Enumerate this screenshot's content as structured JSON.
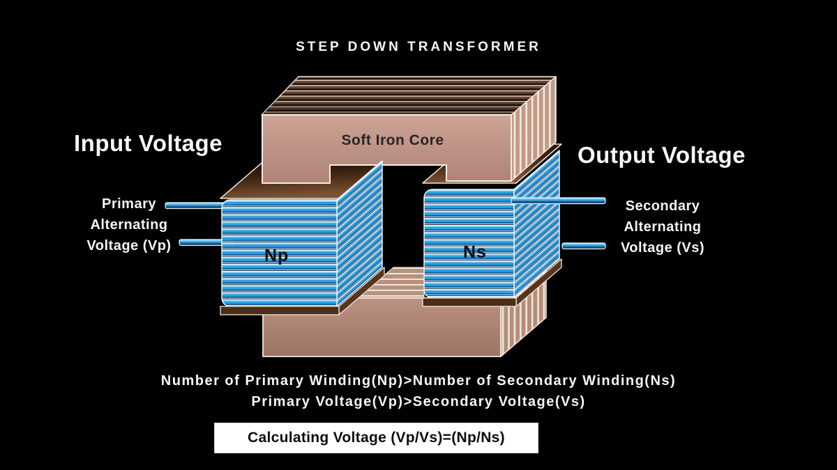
{
  "title": "STEP DOWN TRANSFORMER",
  "diagram": {
    "core_label": "Soft Iron Core",
    "primary_coil_label": "Np",
    "secondary_coil_label": "Ns"
  },
  "labels": {
    "input_heading": "Input Voltage",
    "output_heading": "Output Voltage",
    "primary_lines": [
      "Primary",
      "Alternating",
      "Voltage (Vp)"
    ],
    "secondary_lines": [
      "Secondary",
      "Alternating",
      "Voltage (Vs)"
    ]
  },
  "notes": {
    "winding_rule": "Number of Primary Winding(Np)>Number of Secondary Winding(Ns)",
    "voltage_rule": "Primary Voltage(Vp)>Secondary Voltage(Vs)"
  },
  "formula": "Calculating Voltage (Vp/Vs)=(Np/Ns)",
  "colors": {
    "background": "#000000",
    "core": "#bd9285",
    "core_lamination_dark": "#2a1710",
    "coil": "#2aa2e8",
    "text": "#f7f7f7",
    "formula_background": "#ffffff"
  }
}
